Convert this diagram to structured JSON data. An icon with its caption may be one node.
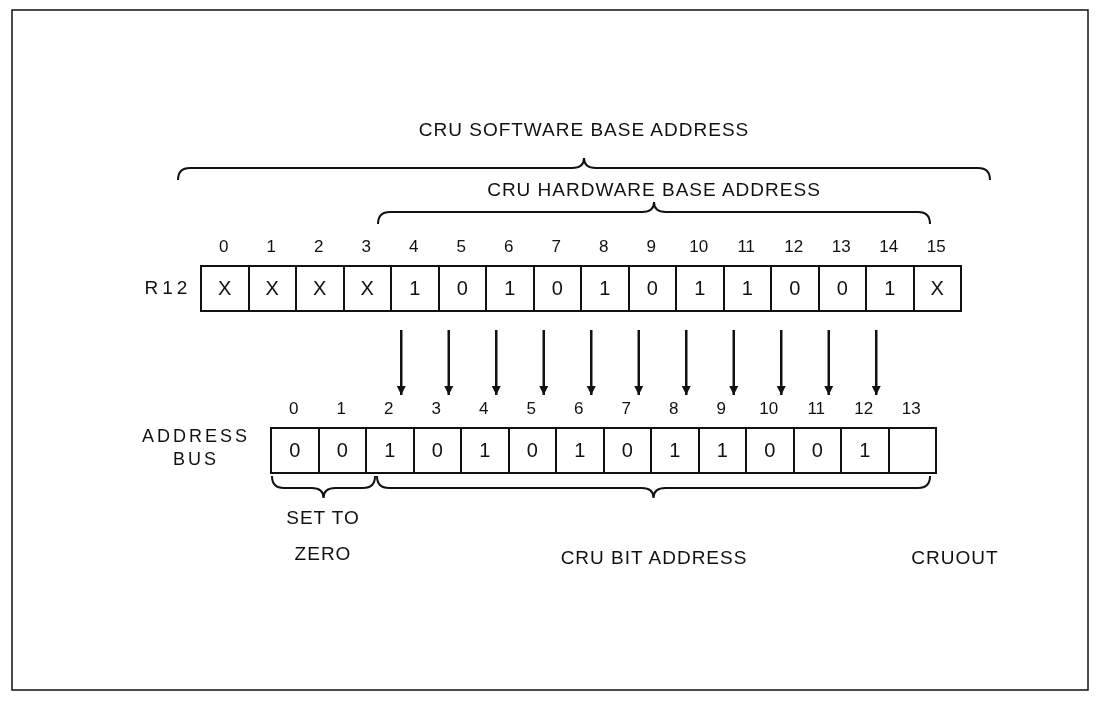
{
  "diagram": {
    "nodes": [
      {
        "text": [
          "X"
        ],
        "beside": [
          "0"
        ]
      },
      {
        "text": [
          "X"
        ],
        "beside": [
          "1"
        ]
      },
      {
        "text": [
          "X"
        ],
        "beside": [
          "2"
        ]
      },
      {
        "text": [
          "X"
        ],
        "beside": [
          "3"
        ]
      },
      {
        "text": [
          "1"
        ],
        "beside": [
          "4"
        ]
      },
      {
        "text": [
          "0"
        ],
        "beside": [
          "5"
        ]
      },
      {
        "text": [
          "1"
        ],
        "beside": [
          "6"
        ]
      },
      {
        "text": [
          "0"
        ],
        "beside": [
          "7"
        ]
      },
      {
        "text": [
          "1"
        ],
        "beside": [
          "8"
        ]
      },
      {
        "text": [
          "0"
        ],
        "beside": [
          "9"
        ]
      },
      {
        "text": [
          "1"
        ],
        "beside": [
          "10"
        ]
      },
      {
        "text": [
          "1"
        ],
        "beside": [
          "11"
        ]
      },
      {
        "text": [
          "0"
        ],
        "beside": [
          "12"
        ]
      },
      {
        "text": [
          "0"
        ],
        "beside": [
          "13"
        ]
      },
      {
        "text": [
          "1"
        ],
        "beside": [
          "14"
        ]
      },
      {
        "text": [
          "X"
        ],
        "beside": [
          "15"
        ]
      },
      {
        "text": [
          "0"
        ],
        "beside": [
          "0"
        ]
      },
      {
        "text": [
          "0"
        ],
        "beside": [
          "1"
        ]
      },
      {
        "text": [
          "1"
        ],
        "beside": [
          "2"
        ]
      },
      {
        "text": [
          "0"
        ],
        "beside": [
          "3"
        ]
      },
      {
        "text": [
          "1"
        ],
        "beside": [
          "4"
        ]
      },
      {
        "text": [
          "0"
        ],
        "beside": [
          "5"
        ]
      },
      {
        "text": [
          "1"
        ],
        "beside": [
          "6"
        ]
      },
      {
        "text": [
          "0"
        ],
        "beside": [
          "7"
        ]
      },
      {
        "text": [
          "1"
        ],
        "beside": [
          "8"
        ]
      },
      {
        "text": [
          "1"
        ],
        "beside": [
          "9"
        ]
      },
      {
        "text": [
          "0"
        ],
        "beside": [
          "10"
        ]
      },
      {
        "text": [
          "0"
        ],
        "beside": [
          "11"
        ]
      },
      {
        "text": [
          "1"
        ],
        "beside": [
          "12"
        ]
      },
      {
        "text": [],
        "shape": "box",
        "beside": [
          "13"
        ]
      }
    ],
    "edges": [
      {
        "from": 4,
        "to": 18,
        "arrow": "to"
      },
      {
        "from": 5,
        "to": 19,
        "arrow": "to"
      },
      {
        "from": 6,
        "to": 20,
        "arrow": "to"
      },
      {
        "from": 7,
        "to": 21,
        "arrow": "to"
      },
      {
        "from": 8,
        "to": 22,
        "arrow": "to"
      },
      {
        "from": 9,
        "to": 23,
        "arrow": "to"
      },
      {
        "from": 10,
        "to": 24,
        "arrow": "to"
      },
      {
        "from": 11,
        "to": 25,
        "arrow": "to"
      },
      {
        "from": 12,
        "to": 26,
        "arrow": "to"
      },
      {
        "from": 13,
        "to": 27,
        "arrow": "to"
      },
      {
        "from": 14,
        "to": 28,
        "arrow": "to"
      }
    ],
    "labels": [
      "CRU SOFTWARE BASE ADDRESS",
      "CRU HARDWARE BASE ADDRESS",
      "R12",
      "ADDRESS BUS",
      "SET TO ZERO",
      "CRU BIT ADDRESS",
      "CRUOUT"
    ]
  }
}
